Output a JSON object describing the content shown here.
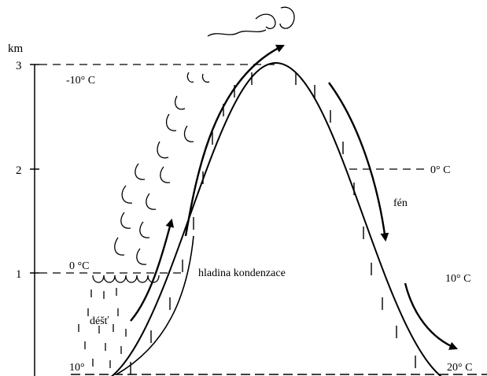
{
  "axis": {
    "unit": "km",
    "ticks": [
      "3",
      "2",
      "1"
    ]
  },
  "temperatures": {
    "at_3km": "-10° C",
    "at_2km_lee": "0° C",
    "at_1km": "0 °C",
    "lee_mid": "10° C",
    "base_windward": "10°",
    "base_lee": "20° C"
  },
  "labels": {
    "condensation_level": "hladina kondenzace",
    "rain": "déšť",
    "foehn": "fén"
  }
}
